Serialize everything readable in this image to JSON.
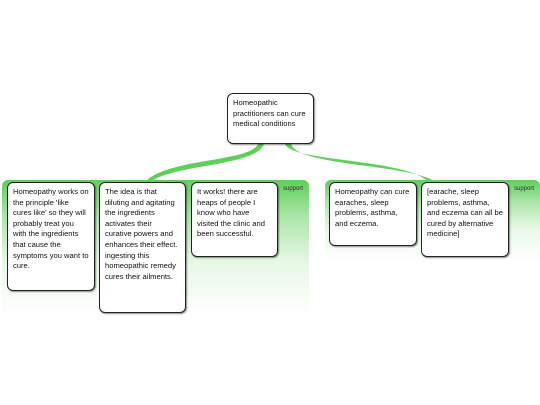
{
  "root": {
    "text": "Homeopathic practitioners can cure medical conditions"
  },
  "groups": [
    {
      "label": "support",
      "nodes": [
        {
          "text": "Homeopathy works on the principle 'like cures like' so they will probably treat you with the ingredients that cause the symptoms you want to cure."
        },
        {
          "text": "The idea is that diluting and agitating the ingredients activates their curative powers and enhances their effect. ingesting this homeopathic remedy cures their ailments."
        },
        {
          "text": "It works! there are heaps of people I know who have visited the clinic and been successful."
        }
      ]
    },
    {
      "label": "support",
      "nodes": [
        {
          "text": "Homeopathy can cure earaches, sleep problems, asthma, and eczema."
        },
        {
          "text": "[earache, sleep problems, asthma, and eczema can all be cured by alternative medicine]"
        }
      ]
    }
  ],
  "colors": {
    "connector": "#5ecf5a",
    "group_top": "#5ecf5a",
    "node_border": "#222222"
  }
}
